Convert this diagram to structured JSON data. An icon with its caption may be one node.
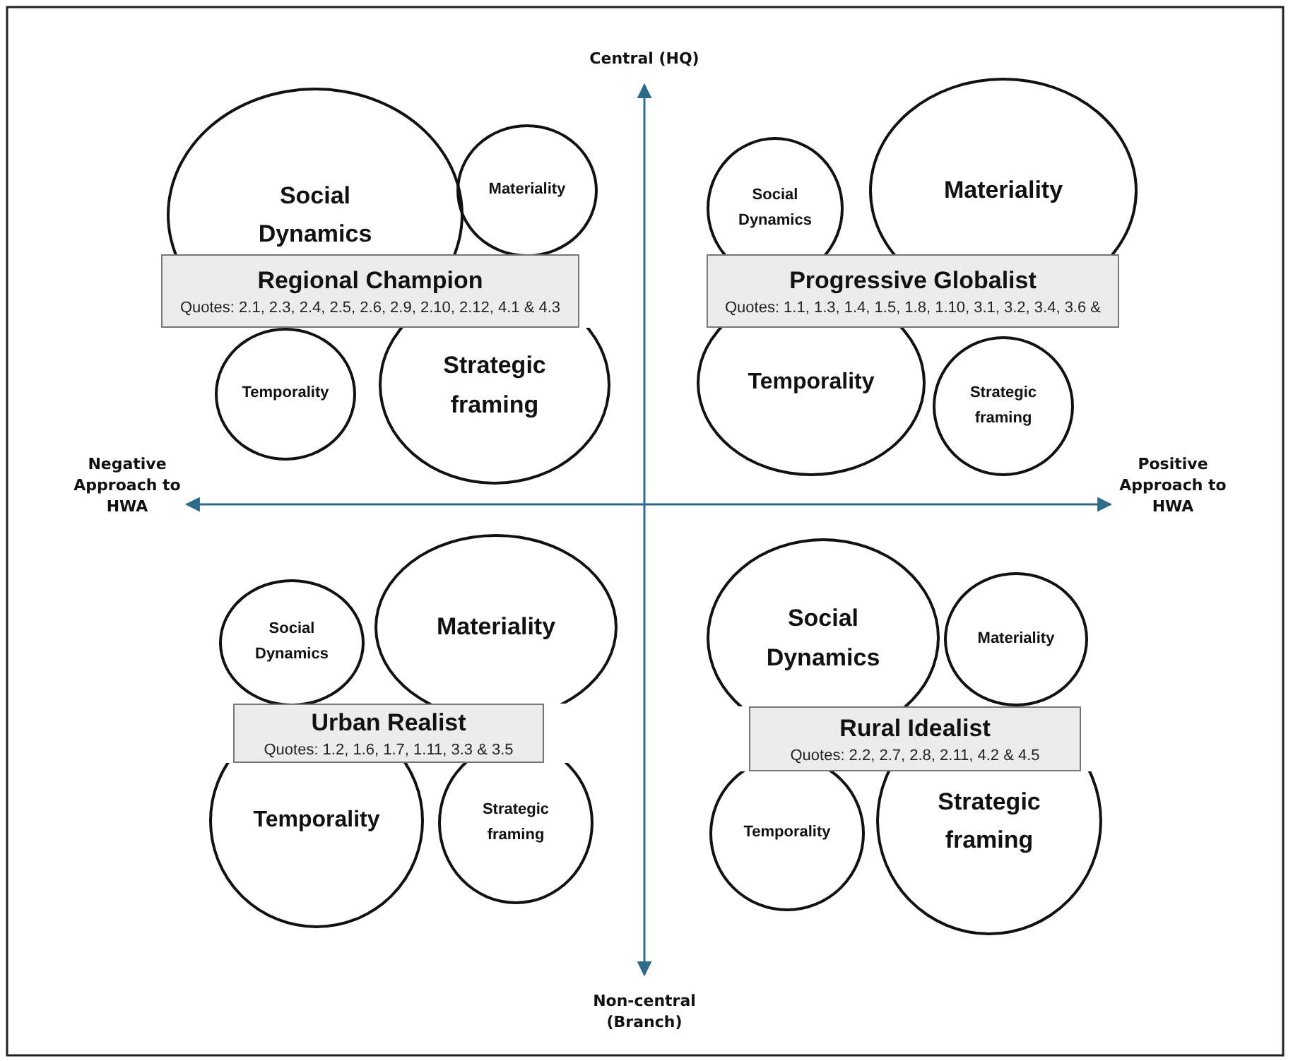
{
  "diagram": {
    "nodes": [
      {
        "text": [
          "Social Dynamics"
        ]
      },
      {
        "text": [
          "Materiality"
        ]
      },
      {
        "text": [
          "Temporality"
        ]
      },
      {
        "text": [
          "Strategic framing"
        ]
      },
      {
        "text": [
          "Regional Champion",
          "Quotes: 2.1, 2.3, 2.4, 2.5, 2.6, 2.9, 2.10, 2.12, 4.1 & 4.3"
        ]
      },
      {
        "text": [
          "Social Dynamics"
        ]
      },
      {
        "text": [
          "Materiality"
        ]
      },
      {
        "text": [
          "Temporality"
        ]
      },
      {
        "text": [
          "Strategic framing"
        ]
      },
      {
        "text": [
          "Progressive Globalist",
          "Quotes: 1.1, 1.3, 1.4, 1.5, 1.8, 1.10, 3.1, 3.2, 3.4, 3.6 &"
        ]
      },
      {
        "text": [
          "Social Dynamics"
        ]
      },
      {
        "text": [
          "Materiality"
        ]
      },
      {
        "text": [
          "Temporality"
        ]
      },
      {
        "text": [
          "Strategic framing"
        ]
      },
      {
        "text": [
          "Urban Realist",
          "Quotes: 1.2, 1.6, 1.7, 1.11, 3.3 & 3.5"
        ]
      },
      {
        "text": [
          "Social Dynamics"
        ]
      },
      {
        "text": [
          "Materiality"
        ]
      },
      {
        "text": [
          "Temporality"
        ]
      },
      {
        "text": [
          "Strategic framing"
        ]
      },
      {
        "text": [
          "Rural Idealist",
          "Quotes: 2.2, 2.7, 2.8, 2.11, 4.2 & 4.5"
        ]
      }
    ],
    "labels": [
      "Central (HQ)",
      "Negative Approach to HWA",
      "Positive Approach to HWA",
      "Non-central (Branch)"
    ]
  }
}
